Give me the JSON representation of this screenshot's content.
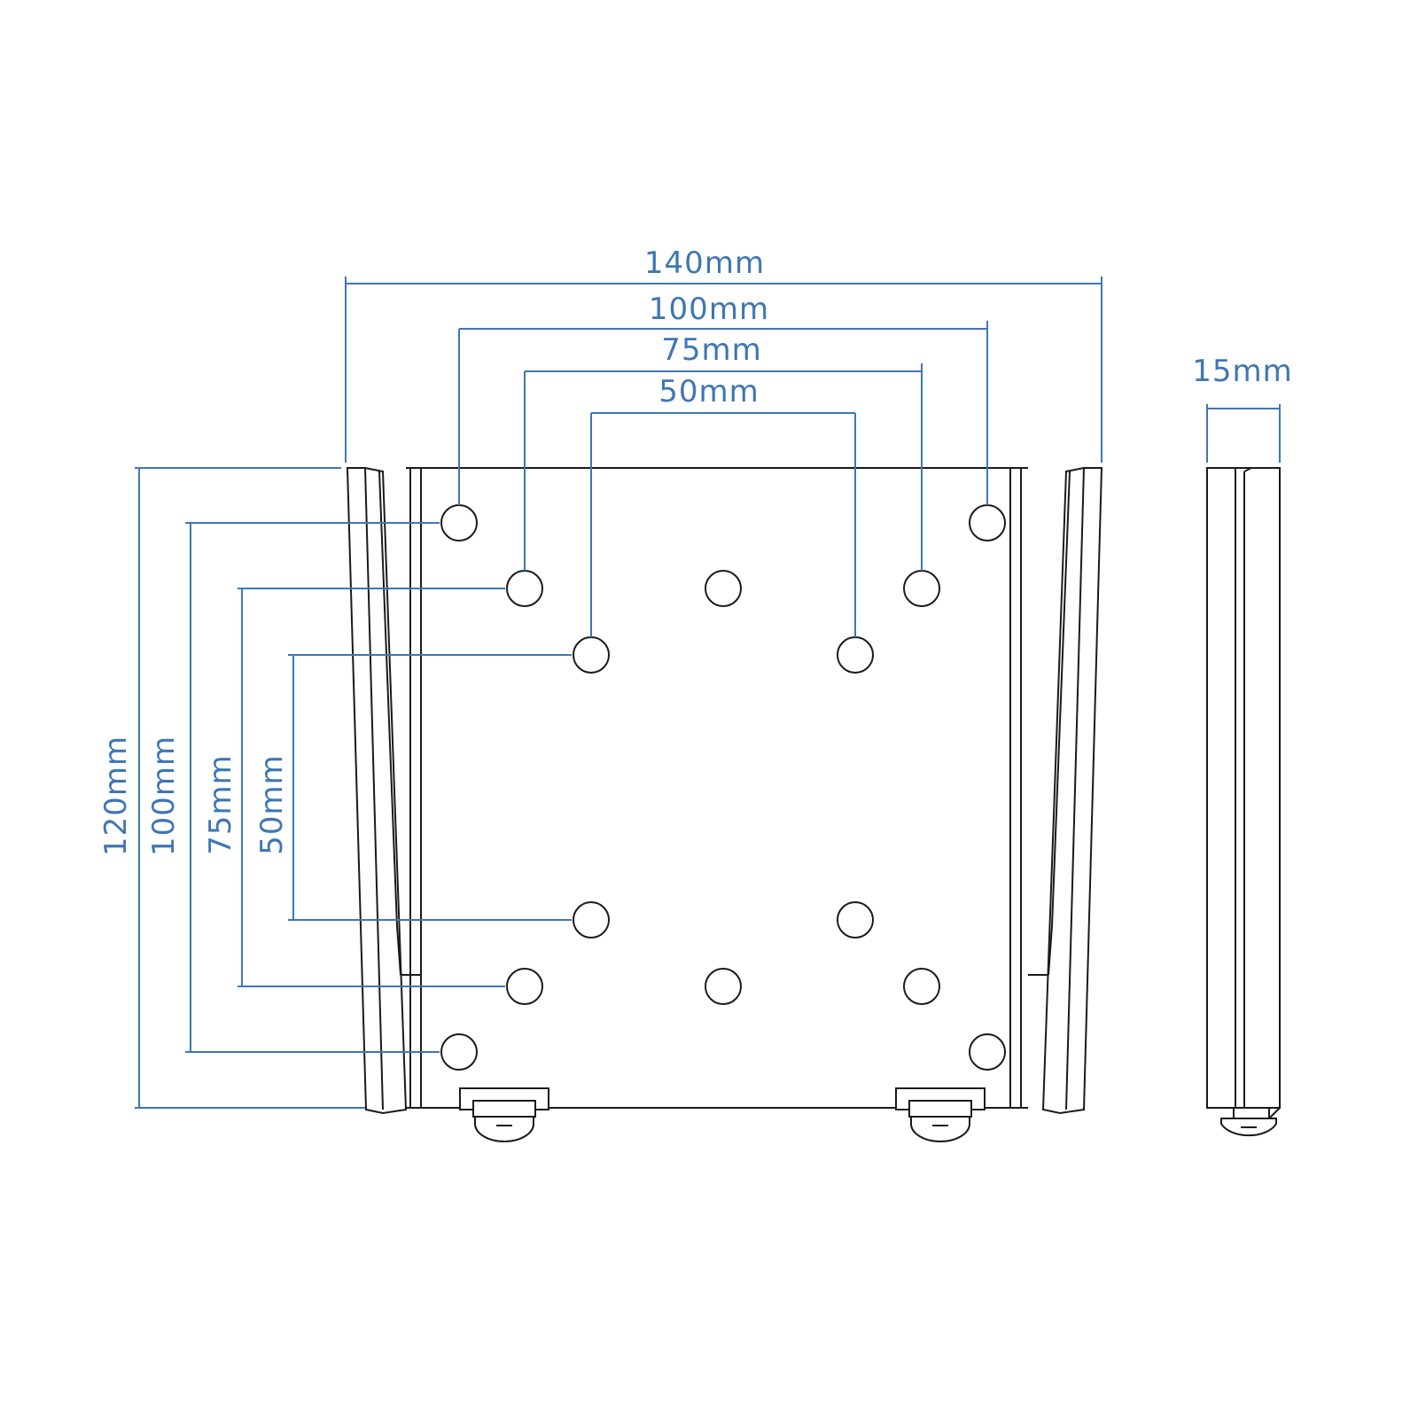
{
  "diagram": {
    "front_view": {
      "dimensions": {
        "overall_width": "140mm",
        "vesa_100_width": "100mm",
        "vesa_75_width": "75mm",
        "vesa_50_width": "50mm",
        "overall_height": "120mm",
        "vesa_100_height": "100mm",
        "vesa_75_height": "75mm",
        "vesa_50_height": "50mm"
      }
    },
    "side_view": {
      "dimensions": {
        "depth": "15mm"
      }
    },
    "colors": {
      "dimension": "#3f76b4",
      "outline": "#1a1a1a",
      "background": "#ffffff"
    }
  }
}
